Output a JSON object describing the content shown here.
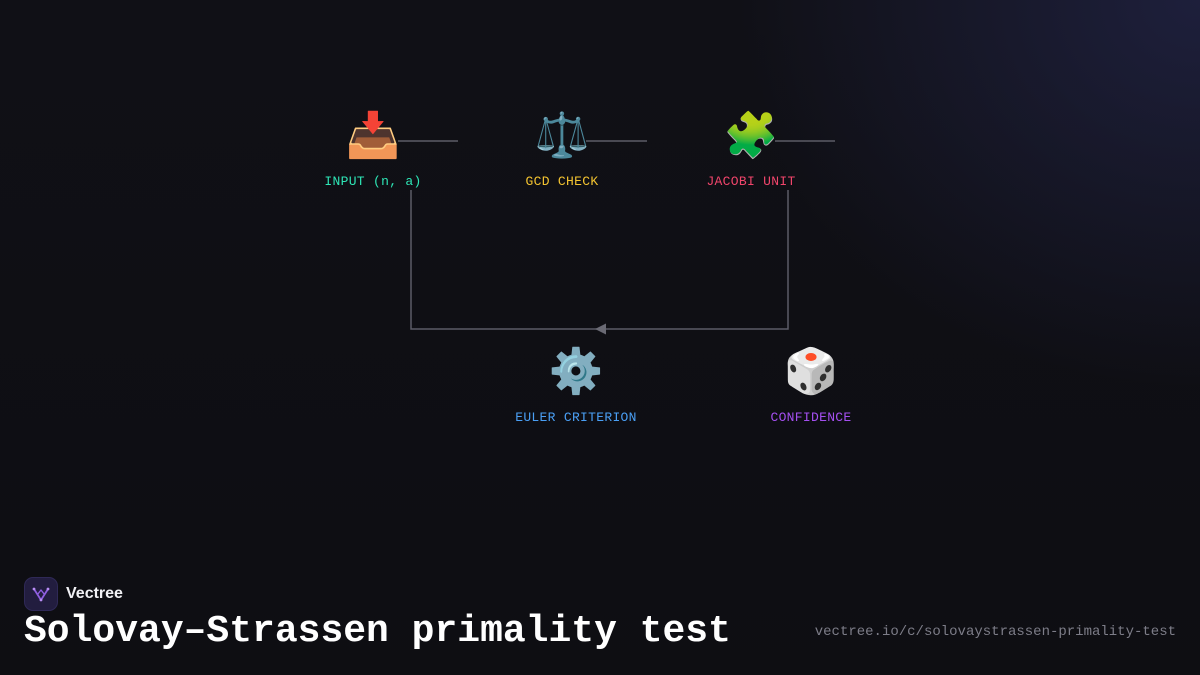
{
  "brand": {
    "name": "Vectree",
    "logo_color": "#7c4fd6"
  },
  "title": "Solovay–Strassen primality test",
  "url": "vectree.io/c/solovaystrassen-primality-test",
  "colors": {
    "background": "#101016",
    "connector": "#5c5c66"
  },
  "nodes": [
    {
      "id": "input",
      "icon": "inbox-tray-icon",
      "glyph": "📥",
      "label": "INPUT (n, a)",
      "color": "#2ee6b6"
    },
    {
      "id": "gcd",
      "icon": "scales-icon",
      "glyph": "⚖️",
      "label": "GCD CHECK",
      "color": "#f4c430"
    },
    {
      "id": "jacobi",
      "icon": "puzzle-icon",
      "glyph": "🧩",
      "label": "JACOBI UNIT",
      "color": "#f0456b"
    },
    {
      "id": "euler",
      "icon": "gear-icon",
      "glyph": "⚙️",
      "label": "EULER CRITERION",
      "color": "#4a9ff5"
    },
    {
      "id": "conf",
      "icon": "die-icon",
      "glyph": "🎲",
      "label": "CONFIDENCE",
      "color": "#a44ff0"
    }
  ]
}
